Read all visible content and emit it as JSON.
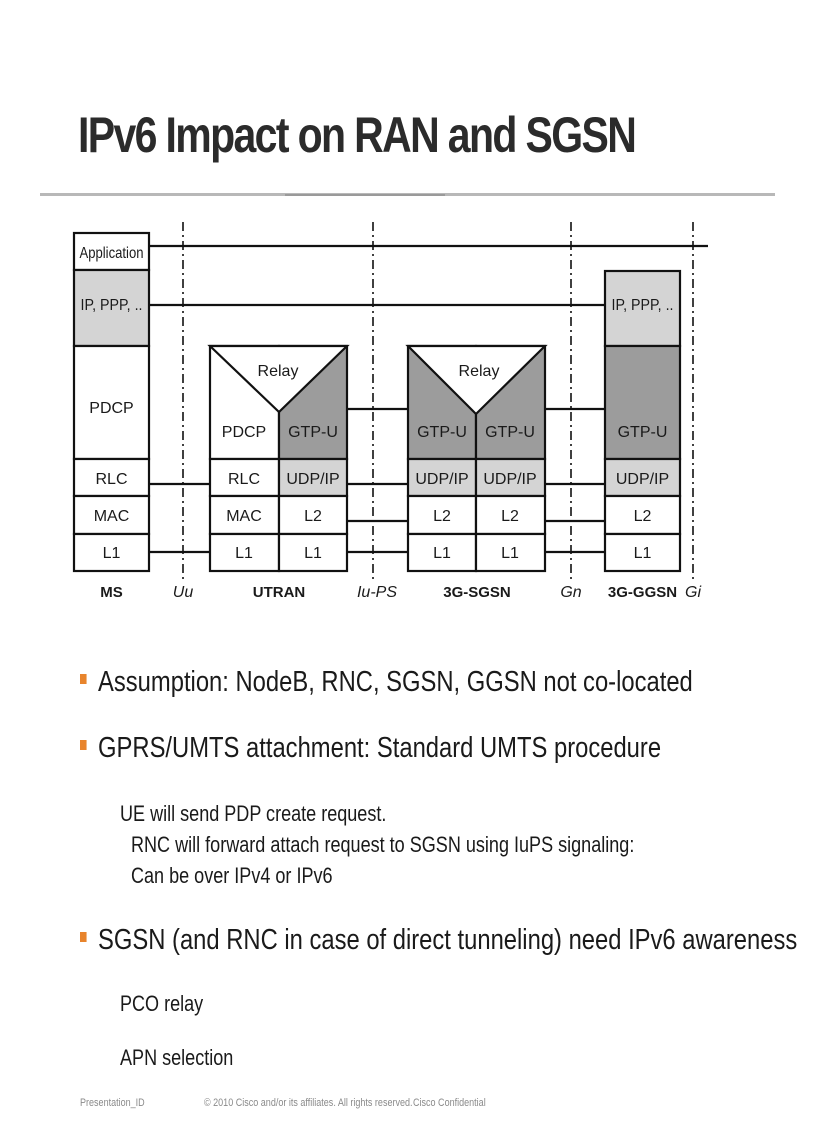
{
  "slide": {
    "title": "IPv6 Impact on RAN and SGSN",
    "accent_color": "#e8842c"
  },
  "diagram": {
    "nodes": [
      {
        "name": "MS",
        "layers": [
          "Application",
          "IP, PPP, ..",
          "PDCP",
          "RLC",
          "MAC",
          "L1"
        ]
      },
      {
        "name": "UTRAN",
        "relay": "Relay",
        "left_layers": [
          "PDCP",
          "RLC",
          "MAC",
          "L1"
        ],
        "right_layers": [
          "GTP-U",
          "UDP/IP",
          "L2",
          "L1"
        ]
      },
      {
        "name": "3G-SGSN",
        "relay": "Relay",
        "left_layers": [
          "GTP-U",
          "UDP/IP",
          "L2",
          "L1"
        ],
        "right_layers": [
          "GTP-U",
          "UDP/IP",
          "L2",
          "L1"
        ]
      },
      {
        "name": "3G-GGSN",
        "layers": [
          "IP, PPP, ..",
          "GTP-U",
          "UDP/IP",
          "L2",
          "L1"
        ]
      }
    ],
    "interfaces": [
      "Uu",
      "Iu-PS",
      "Gn",
      "Gi"
    ],
    "colors": {
      "light_gray": "#d4d4d4",
      "dark_gray": "#9c9c9c",
      "line": "#111111"
    }
  },
  "bullets": [
    {
      "text": "Assumption: NodeB, RNC, SGSN, GGSN not co-located",
      "sub": []
    },
    {
      "text": "GPRS/UMTS attachment: Standard UMTS procedure",
      "sub": [
        "UE will send PDP create request.",
        "RNC will forward attach request to SGSN using IuPS signaling:",
        "Can be over IPv4 or IPv6"
      ]
    },
    {
      "text": "SGSN (and RNC in case of direct tunneling) need IPv6 awareness",
      "sub": [
        "PCO relay",
        "APN selection"
      ]
    }
  ],
  "footer": {
    "presentation_id": "Presentation_ID",
    "copyright": "© 2010 Cisco and/or its affiliates. All rights reserved.",
    "confidential": "Cisco Confidential"
  }
}
